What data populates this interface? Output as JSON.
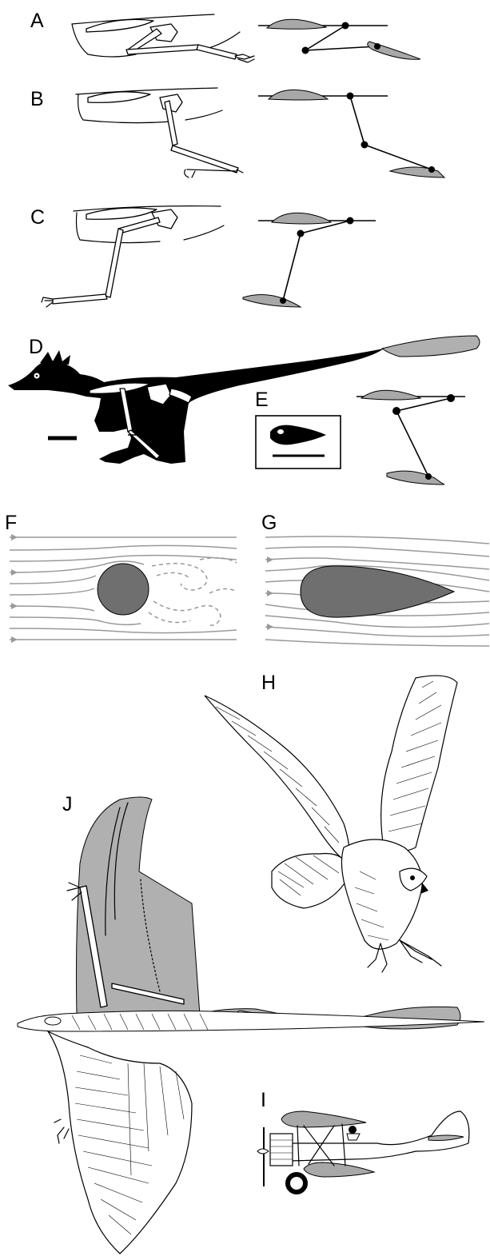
{
  "panels": {
    "a": "A",
    "b": "B",
    "c": "C",
    "d": "D",
    "e": "E",
    "f": "F",
    "g": "G",
    "h": "H",
    "i": "I",
    "j": "J"
  },
  "colors": {
    "airfoil": "#a8a8a8",
    "streamline": "#999999",
    "solid_body": "#6f6f6f",
    "silhouette": "#000000"
  }
}
